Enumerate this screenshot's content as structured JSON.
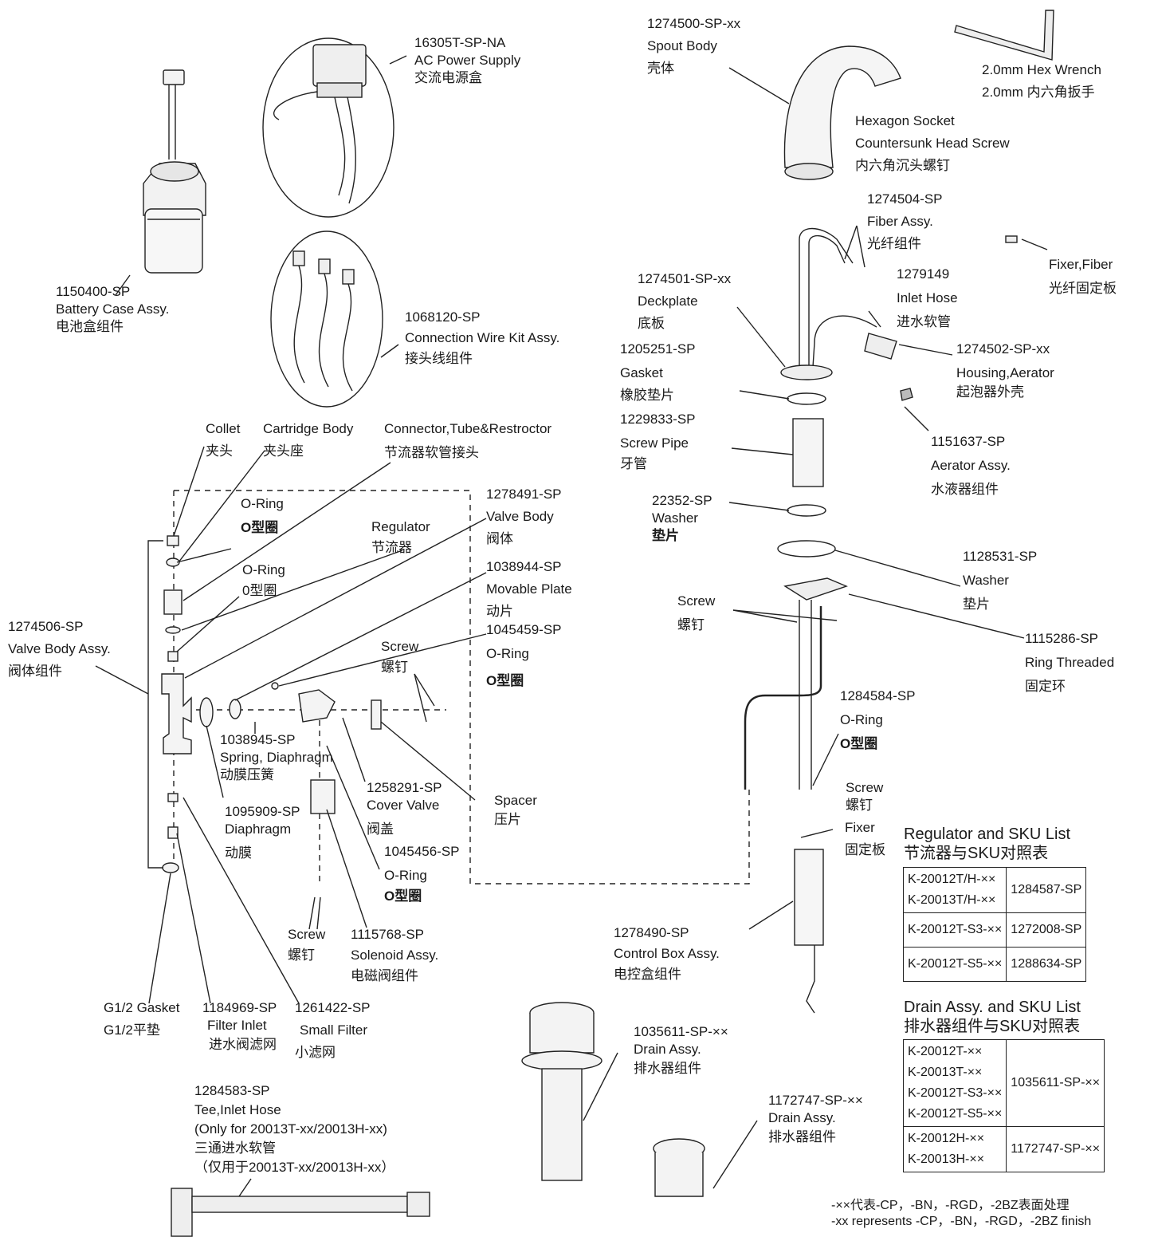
{
  "parts": {
    "battery_case": {
      "code": "1150400-SP",
      "en": "Battery Case Assy.",
      "zh": "电池盒组件"
    },
    "ac_power": {
      "code": "16305T-SP-NA",
      "en": "AC Power Supply",
      "zh": "交流电源盒"
    },
    "wire_kit": {
      "code": "1068120-SP",
      "en": "Connection Wire Kit Assy.",
      "zh": "接头线组件"
    },
    "spout_body": {
      "code": "1274500-SP-xx",
      "en": "Spout Body",
      "zh": "壳体"
    },
    "hex_wrench": {
      "en": "2.0mm Hex Wrench",
      "zh": "2.0mm 内六角扳手"
    },
    "hex_screw": {
      "en1": "Hexagon Socket",
      "en2": "Countersunk Head Screw",
      "zh": "内六角沉头螺钉"
    },
    "fiber_assy": {
      "code": "1274504-SP",
      "en": "Fiber Assy.",
      "zh": "光纤组件"
    },
    "fixer_fiber": {
      "en": "Fixer,Fiber",
      "zh": "光纤固定板"
    },
    "deckplate": {
      "code": "1274501-SP-xx",
      "en": "Deckplate",
      "zh": "底板"
    },
    "inlet_hose": {
      "code": "1279149",
      "en": "Inlet Hose",
      "zh": "进水软管"
    },
    "gasket": {
      "code": "1205251-SP",
      "en": "Gasket",
      "zh": "橡胶垫片"
    },
    "housing_aerator": {
      "code": "1274502-SP-xx",
      "en": "Housing,Aerator",
      "zh": "起泡器外壳"
    },
    "screw_pipe": {
      "code": "1229833-SP",
      "en": "Screw Pipe",
      "zh": "牙管"
    },
    "aerator_assy": {
      "code": "1151637-SP",
      "en": "Aerator Assy.",
      "zh": "水液器组件"
    },
    "washer1": {
      "code": "22352-SP",
      "en": "Washer",
      "zh": "垫片"
    },
    "washer2": {
      "code": "1128531-SP",
      "en": "Washer",
      "zh": "垫片"
    },
    "screw_right": {
      "en": "Screw",
      "zh": "螺钉"
    },
    "ring_threaded": {
      "code": "1115286-SP",
      "en": "Ring Threaded",
      "zh": "固定环"
    },
    "oring_right": {
      "code": "1284584-SP",
      "en": "O-Ring",
      "zh": "O型圈"
    },
    "screw_right2": {
      "en": "Screw",
      "zh": "螺钉"
    },
    "fixer": {
      "en": "Fixer",
      "zh": "固定板"
    },
    "control_box": {
      "code": "1278490-SP",
      "en": "Control Box Assy.",
      "zh": "电控盒组件"
    },
    "collet": {
      "en": "Collet",
      "zh": "夹头"
    },
    "cartridge_body": {
      "en": "Cartridge Body",
      "zh": "夹头座"
    },
    "connector": {
      "en": "Connector,Tube&Restroctor",
      "zh": "节流器软管接头"
    },
    "oring1": {
      "en": "O-Ring",
      "zh": "O型圈"
    },
    "valve_body": {
      "code": "1278491-SP",
      "en": "Valve Body",
      "zh": "阀体"
    },
    "regulator": {
      "en": "Regulator",
      "zh": "节流器"
    },
    "oring2": {
      "en": "O-Ring",
      "zh": "0型圈"
    },
    "movable_plate": {
      "code": "1038944-SP",
      "en": "Movable Plate",
      "zh": "动片"
    },
    "valve_body_assy": {
      "code": "1274506-SP",
      "en": "Valve Body Assy.",
      "zh": "阀体组件"
    },
    "screw_mid": {
      "en": "Screw",
      "zh": "螺钉"
    },
    "oring3": {
      "code": "1045459-SP",
      "en": "O-Ring",
      "zh": "O型圈"
    },
    "spring": {
      "code": "1038945-SP",
      "en": "Spring, Diaphragm",
      "zh": "动膜压簧"
    },
    "cover_valve": {
      "code": "1258291-SP",
      "en": "Cover Valve",
      "zh": "阀盖"
    },
    "spacer": {
      "en": "Spacer",
      "zh": "压片"
    },
    "diaphragm": {
      "code": "1095909-SP",
      "en": "Diaphragm",
      "zh": "动膜"
    },
    "oring4": {
      "code": "1045456-SP",
      "en": "O-Ring",
      "zh": "O型圈"
    },
    "screw_low": {
      "en": "Screw",
      "zh": "螺钉"
    },
    "solenoid": {
      "code": "1115768-SP",
      "en": "Solenoid Assy.",
      "zh": "电磁阀组件"
    },
    "g12_gasket": {
      "en": "G1/2 Gasket",
      "zh": "G1/2平垫"
    },
    "filter_inlet": {
      "code": "1184969-SP",
      "en": "Filter Inlet",
      "zh": "进水阀滤网"
    },
    "small_filter": {
      "code": "1261422-SP",
      "en": "Small Filter",
      "zh": "小滤网"
    },
    "drain1": {
      "code": "1035611-SP-××",
      "en": "Drain Assy.",
      "zh": "排水器组件"
    },
    "drain2": {
      "code": "1172747-SP-××",
      "en": "Drain Assy.",
      "zh": "排水器组件"
    },
    "tee_hose": {
      "code": "1284583-SP",
      "en": "Tee,Inlet Hose",
      "note_en": "(Only for 20013T-xx/20013H-xx)",
      "zh": "三通进水软管",
      "note_zh": "（仅用于20013T-xx/20013H-xx）"
    }
  },
  "regulator_table": {
    "title_en": "Regulator and SKU List",
    "title_zh": "节流器与SKU对照表",
    "rows": [
      {
        "skus": [
          "K-20012T/H-××",
          "K-20013T/H-××"
        ],
        "part": "1284587-SP"
      },
      {
        "skus": [
          "K-20012T-S3-××"
        ],
        "part": "1272008-SP"
      },
      {
        "skus": [
          "K-20012T-S5-××"
        ],
        "part": "1288634-SP"
      }
    ]
  },
  "drain_table": {
    "title_en": "Drain Assy. and SKU List",
    "title_zh": "排水器组件与SKU对照表",
    "rows": [
      {
        "skus": [
          "K-20012T-××",
          "K-20013T-××",
          "K-20012T-S3-××",
          "K-20012T-S5-××"
        ],
        "part": "1035611-SP-××"
      },
      {
        "skus": [
          "K-20012H-××",
          "K-20013H-××"
        ],
        "part": "1172747-SP-××"
      }
    ]
  },
  "finish_note": {
    "zh": "-××代表-CP，-BN，-RGD，-2BZ表面处理",
    "en": "-xx represents -CP，-BN，-RGD，-2BZ  finish"
  }
}
